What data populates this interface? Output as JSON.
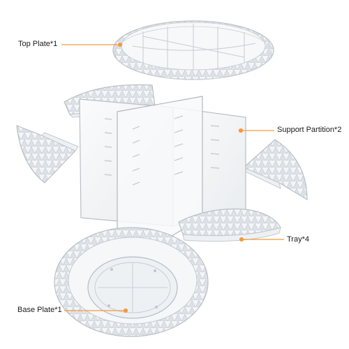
{
  "colors": {
    "leader_line": "#f39a3c",
    "acrylic_stroke": "#b9bfc6",
    "acrylic_fill": "#eef1f4",
    "panel_fill": "#f5f6f8"
  },
  "labels": {
    "top_plate": "Top Plate*1",
    "support_partition": "Support Partition*2",
    "tray": "Tray*4",
    "base_plate": "Base Plate*1"
  }
}
